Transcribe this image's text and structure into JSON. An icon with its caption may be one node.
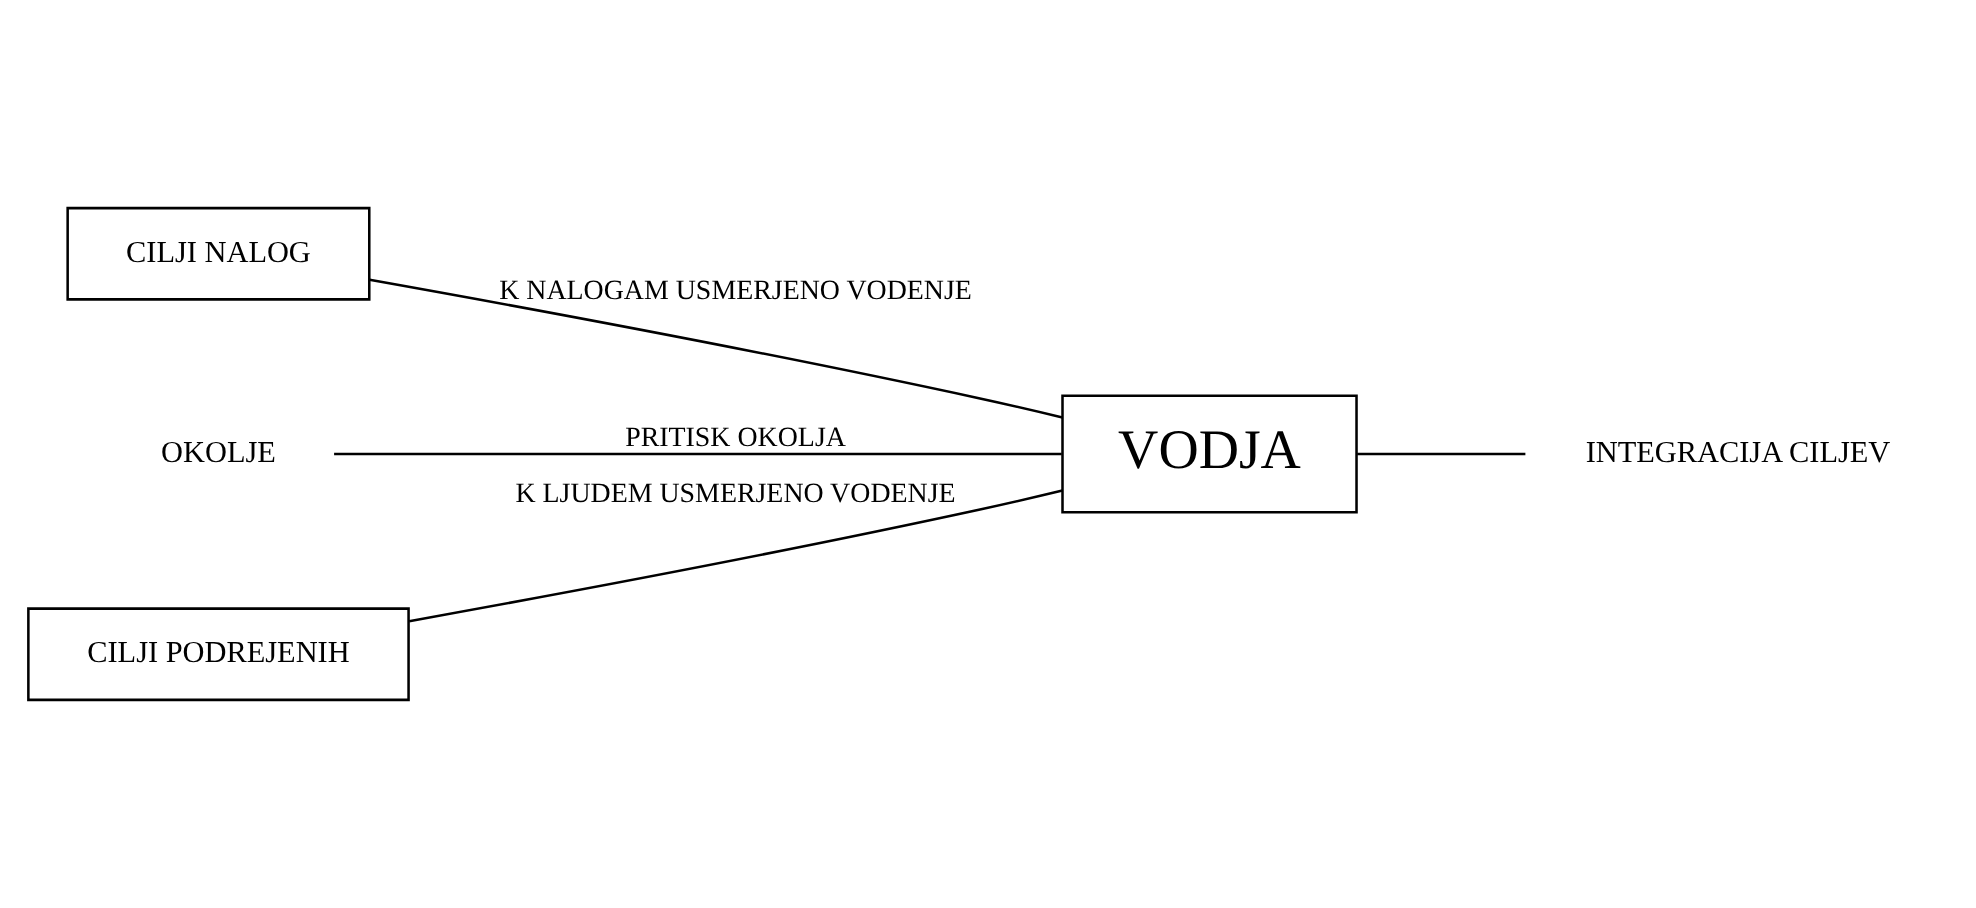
{
  "diagram": {
    "nodes": [
      {
        "text": [
          "CILJI NALOG"
        ]
      },
      {
        "text": [
          "OKOLJE"
        ]
      },
      {
        "text": [
          "VODJA"
        ]
      },
      {
        "text": [
          "INTEGRACIJA CILJEV"
        ]
      },
      {
        "text": [
          "CILJI PODREJENIH"
        ]
      }
    ],
    "edges": [
      {
        "from": 1,
        "to": 2,
        "arrow": "none",
        "label": "PRITISK OKOLJA"
      },
      {
        "from": 0,
        "to": 2,
        "arrow": "none",
        "label": "K NALOGAM USMERJENO VODENJE"
      },
      {
        "from": 4,
        "to": 2,
        "arrow": "none",
        "label": "K LJUDEM USMERJENO VODENJE"
      },
      {
        "from": 2,
        "to": 3,
        "arrow": "none"
      }
    ]
  }
}
